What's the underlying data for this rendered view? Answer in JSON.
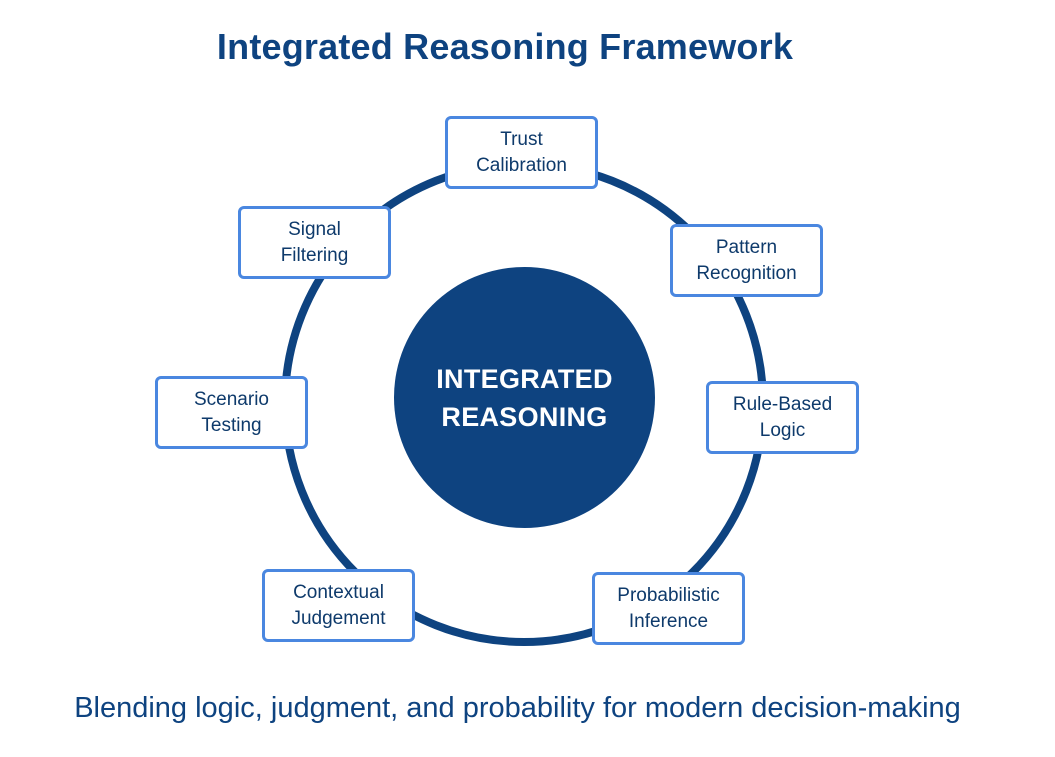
{
  "title": "Integrated Reasoning Framework",
  "hub": {
    "line1": "INTEGRATED",
    "line2": "REASONING"
  },
  "nodes": [
    {
      "line1": "Trust",
      "line2": "Calibration"
    },
    {
      "line1": "Pattern",
      "line2": "Recognition"
    },
    {
      "line1": "Rule-Based",
      "line2": "Logic"
    },
    {
      "line1": "Probabilistic",
      "line2": "Inference"
    },
    {
      "line1": "Contextual",
      "line2": "Judgement"
    },
    {
      "line1": "Scenario",
      "line2": "Testing"
    },
    {
      "line1": "Signal",
      "line2": "Filtering"
    }
  ],
  "subtitle": "Blending logic, judgment, and probability for modern decision-making",
  "colors": {
    "primary": "#0e4380",
    "node_border": "#4a87e0",
    "node_text": "#0e3a6b",
    "background": "#ffffff"
  }
}
